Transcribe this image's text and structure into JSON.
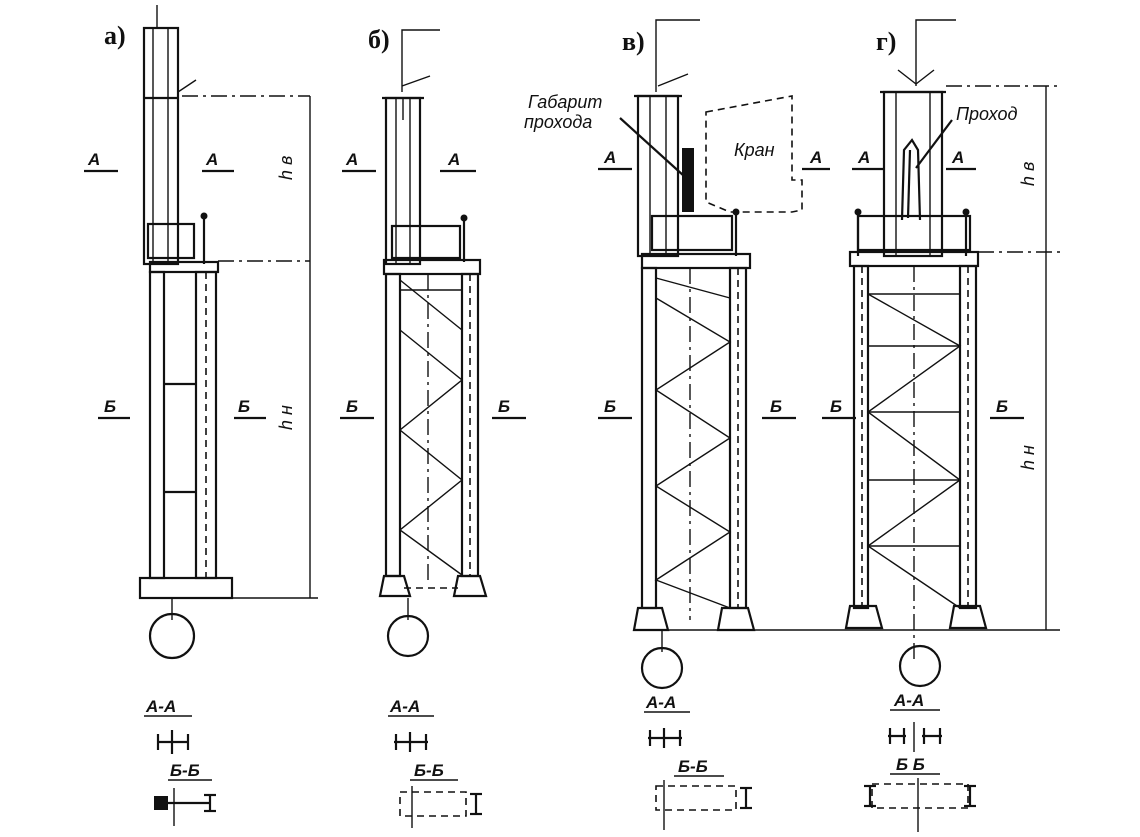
{
  "variants": [
    {
      "id": "a",
      "label": "а)"
    },
    {
      "id": "b",
      "label": "б)"
    },
    {
      "id": "v",
      "label": "в)"
    },
    {
      "id": "g",
      "label": "г)"
    }
  ],
  "section_marks": {
    "A": "А",
    "B": "Б"
  },
  "section_titles": {
    "a_aa": "А-А",
    "a_bb": "Б-Б",
    "b_aa": "А-А",
    "b_bb": "Б-Б",
    "v_aa": "А-А",
    "v_bb": "Б-Б",
    "g_aa": "А-А",
    "g_bb": "Б  Б"
  },
  "dimensions": {
    "upper": "h в",
    "lower": "h н"
  },
  "annotations": {
    "clearance_line1": "Габарит",
    "clearance_line2": "прохода",
    "crane": "Кран",
    "passage": "Проход"
  },
  "colors": {
    "ink": "#111111",
    "paper": "#ffffff"
  }
}
